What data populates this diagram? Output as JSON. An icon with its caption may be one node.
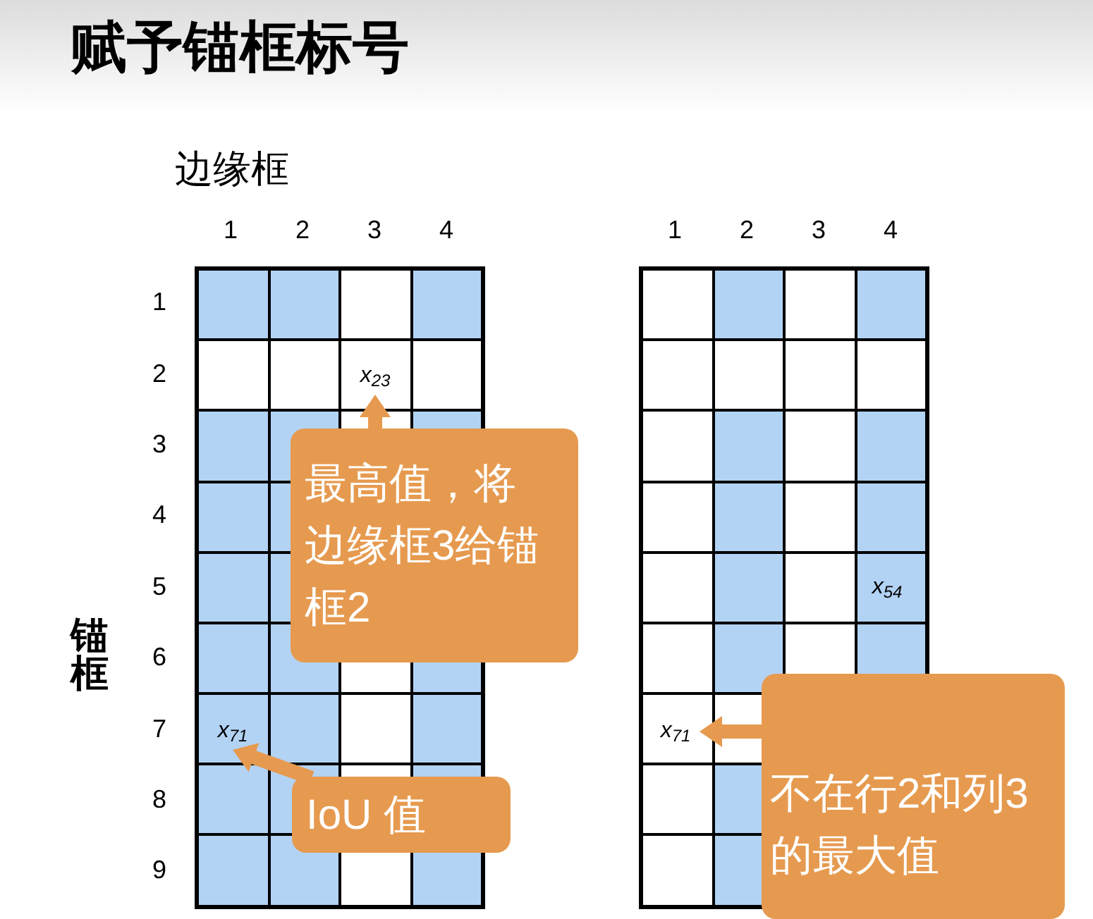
{
  "diagram": {
    "title": "赋予锚框标号",
    "nodes": [
      {
        "text": [
          "x$_{23}$"
        ]
      },
      {
        "text": [
          "x$_{71}$"
        ]
      },
      {
        "text": [
          "x$_{71}$"
        ]
      },
      {
        "text": [
          "最高值，将边缘框3给锚框2"
        ]
      },
      {
        "text": [
          "IoU 值"
        ]
      },
      {
        "text": [
          "不在行2和列3的最大值"
        ]
      }
    ],
    "edges": [
      {
        "from": 3,
        "to": 0,
        "arrow": "to"
      },
      {
        "from": 4,
        "to": 1,
        "arrow": "to"
      },
      {
        "from": 5,
        "to": 2,
        "arrow": "to"
      }
    ],
    "labels": [
      "边缘框",
      "1",
      "2",
      "3",
      "4",
      "1",
      "2",
      "3",
      "4",
      "锚框",
      "1",
      "2",
      "3",
      "4",
      "5",
      "6",
      "7",
      "8",
      "9",
      "x$_{54}$"
    ]
  }
}
